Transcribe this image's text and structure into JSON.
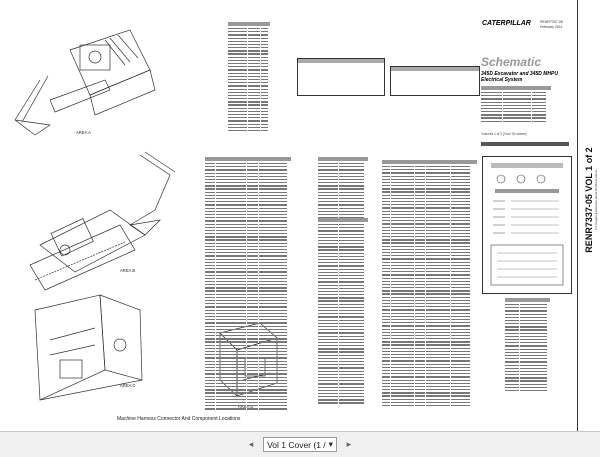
{
  "brand": "CATERPILLAR",
  "document": {
    "form_number": "RENR7337-05",
    "pub_date": "February 2011",
    "vertical_title": "RENR7337-05 VOL 1 of 2",
    "vertical_subtitle": "For Engine & Machine Serial Numbers below",
    "schematic_word": "Schematic",
    "model_line": "345D Excavator and 345D MHPU",
    "system_line": "Electrical System",
    "volume_note": "Volumes 1 of 2 (Over 30 sheets)"
  },
  "areas": {
    "a": "AREA A",
    "b": "AREA B",
    "c": "AREA C",
    "d": "AREA D"
  },
  "caption": "Machine Harness Connector And Component Locations",
  "toolbar": {
    "prev_label": "◂",
    "next_label": "▸",
    "page_value": "Vol 1 Cover (1 / ",
    "dropdown_arrow": "▾"
  }
}
